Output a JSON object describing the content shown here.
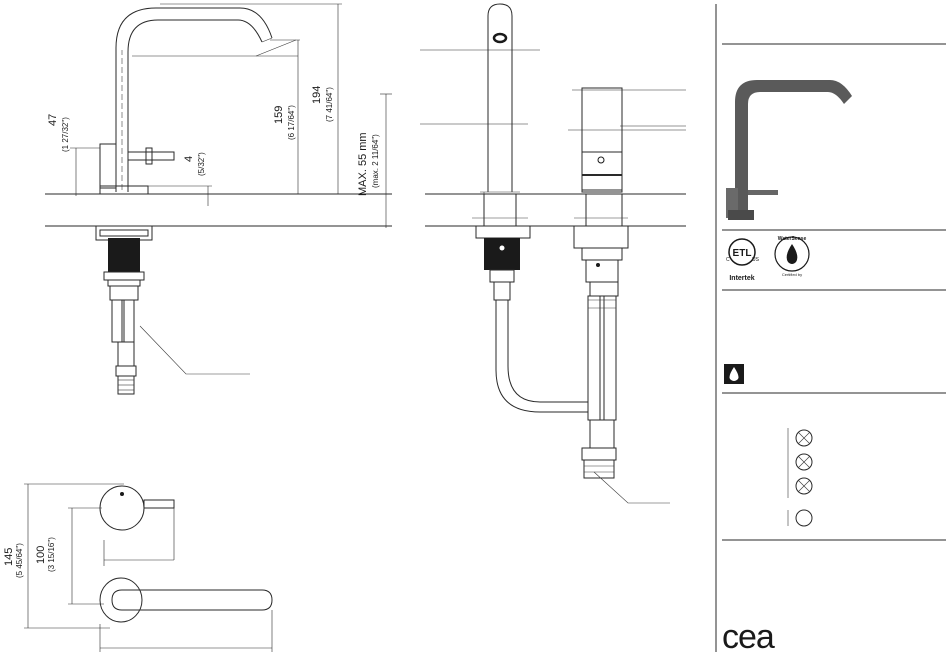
{
  "dimensions": {
    "d47": {
      "mm": "47",
      "inch": "(1 27/32\")"
    },
    "d159": {
      "mm": "159",
      "inch": "(6 17/64\")"
    },
    "d194": {
      "mm": "194",
      "inch": "(7 41/64\")"
    },
    "d4": {
      "mm": "4",
      "inch": "(5/32\")"
    },
    "dmax": {
      "mm": "MAX. 55 mm",
      "inch": "(max. 2 11/64\")"
    },
    "d145": {
      "mm": "145",
      "inch": "(5 45/64\")"
    },
    "d100": {
      "mm": "100",
      "inch": "(3 15/16\")"
    }
  },
  "certification": {
    "etl_left": "C",
    "etl_center": "ETL",
    "etl_right": "US",
    "etl_sub": "Intertek",
    "ws_ring": "WaterSense",
    "ws_sub": "Certified by"
  },
  "symbols": [
    "crossed-circle-icon",
    "crossed-circle-icon",
    "crossed-circle-icon",
    "open-circle-icon"
  ],
  "brand": "cea",
  "colors": {
    "line": "#2a2a2a",
    "fill_dark": "#1a1a1a",
    "faucet_photo": "#5a5a5a"
  }
}
